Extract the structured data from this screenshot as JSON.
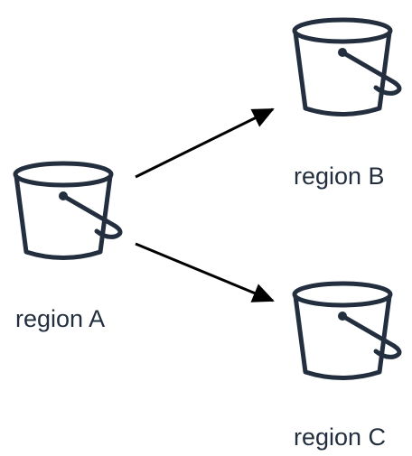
{
  "colors": {
    "icon_stroke": "#232f3e",
    "arrow": "#000000",
    "label_text": "#232f3e",
    "background": "#ffffff"
  },
  "nodes": [
    {
      "id": "a",
      "icon": "s3-bucket-icon",
      "label": "region A"
    },
    {
      "id": "b",
      "icon": "s3-bucket-icon",
      "label": "region B"
    },
    {
      "id": "c",
      "icon": "s3-bucket-icon",
      "label": "region C"
    }
  ],
  "edges": [
    {
      "from": "a",
      "to": "b"
    },
    {
      "from": "a",
      "to": "c"
    }
  ]
}
